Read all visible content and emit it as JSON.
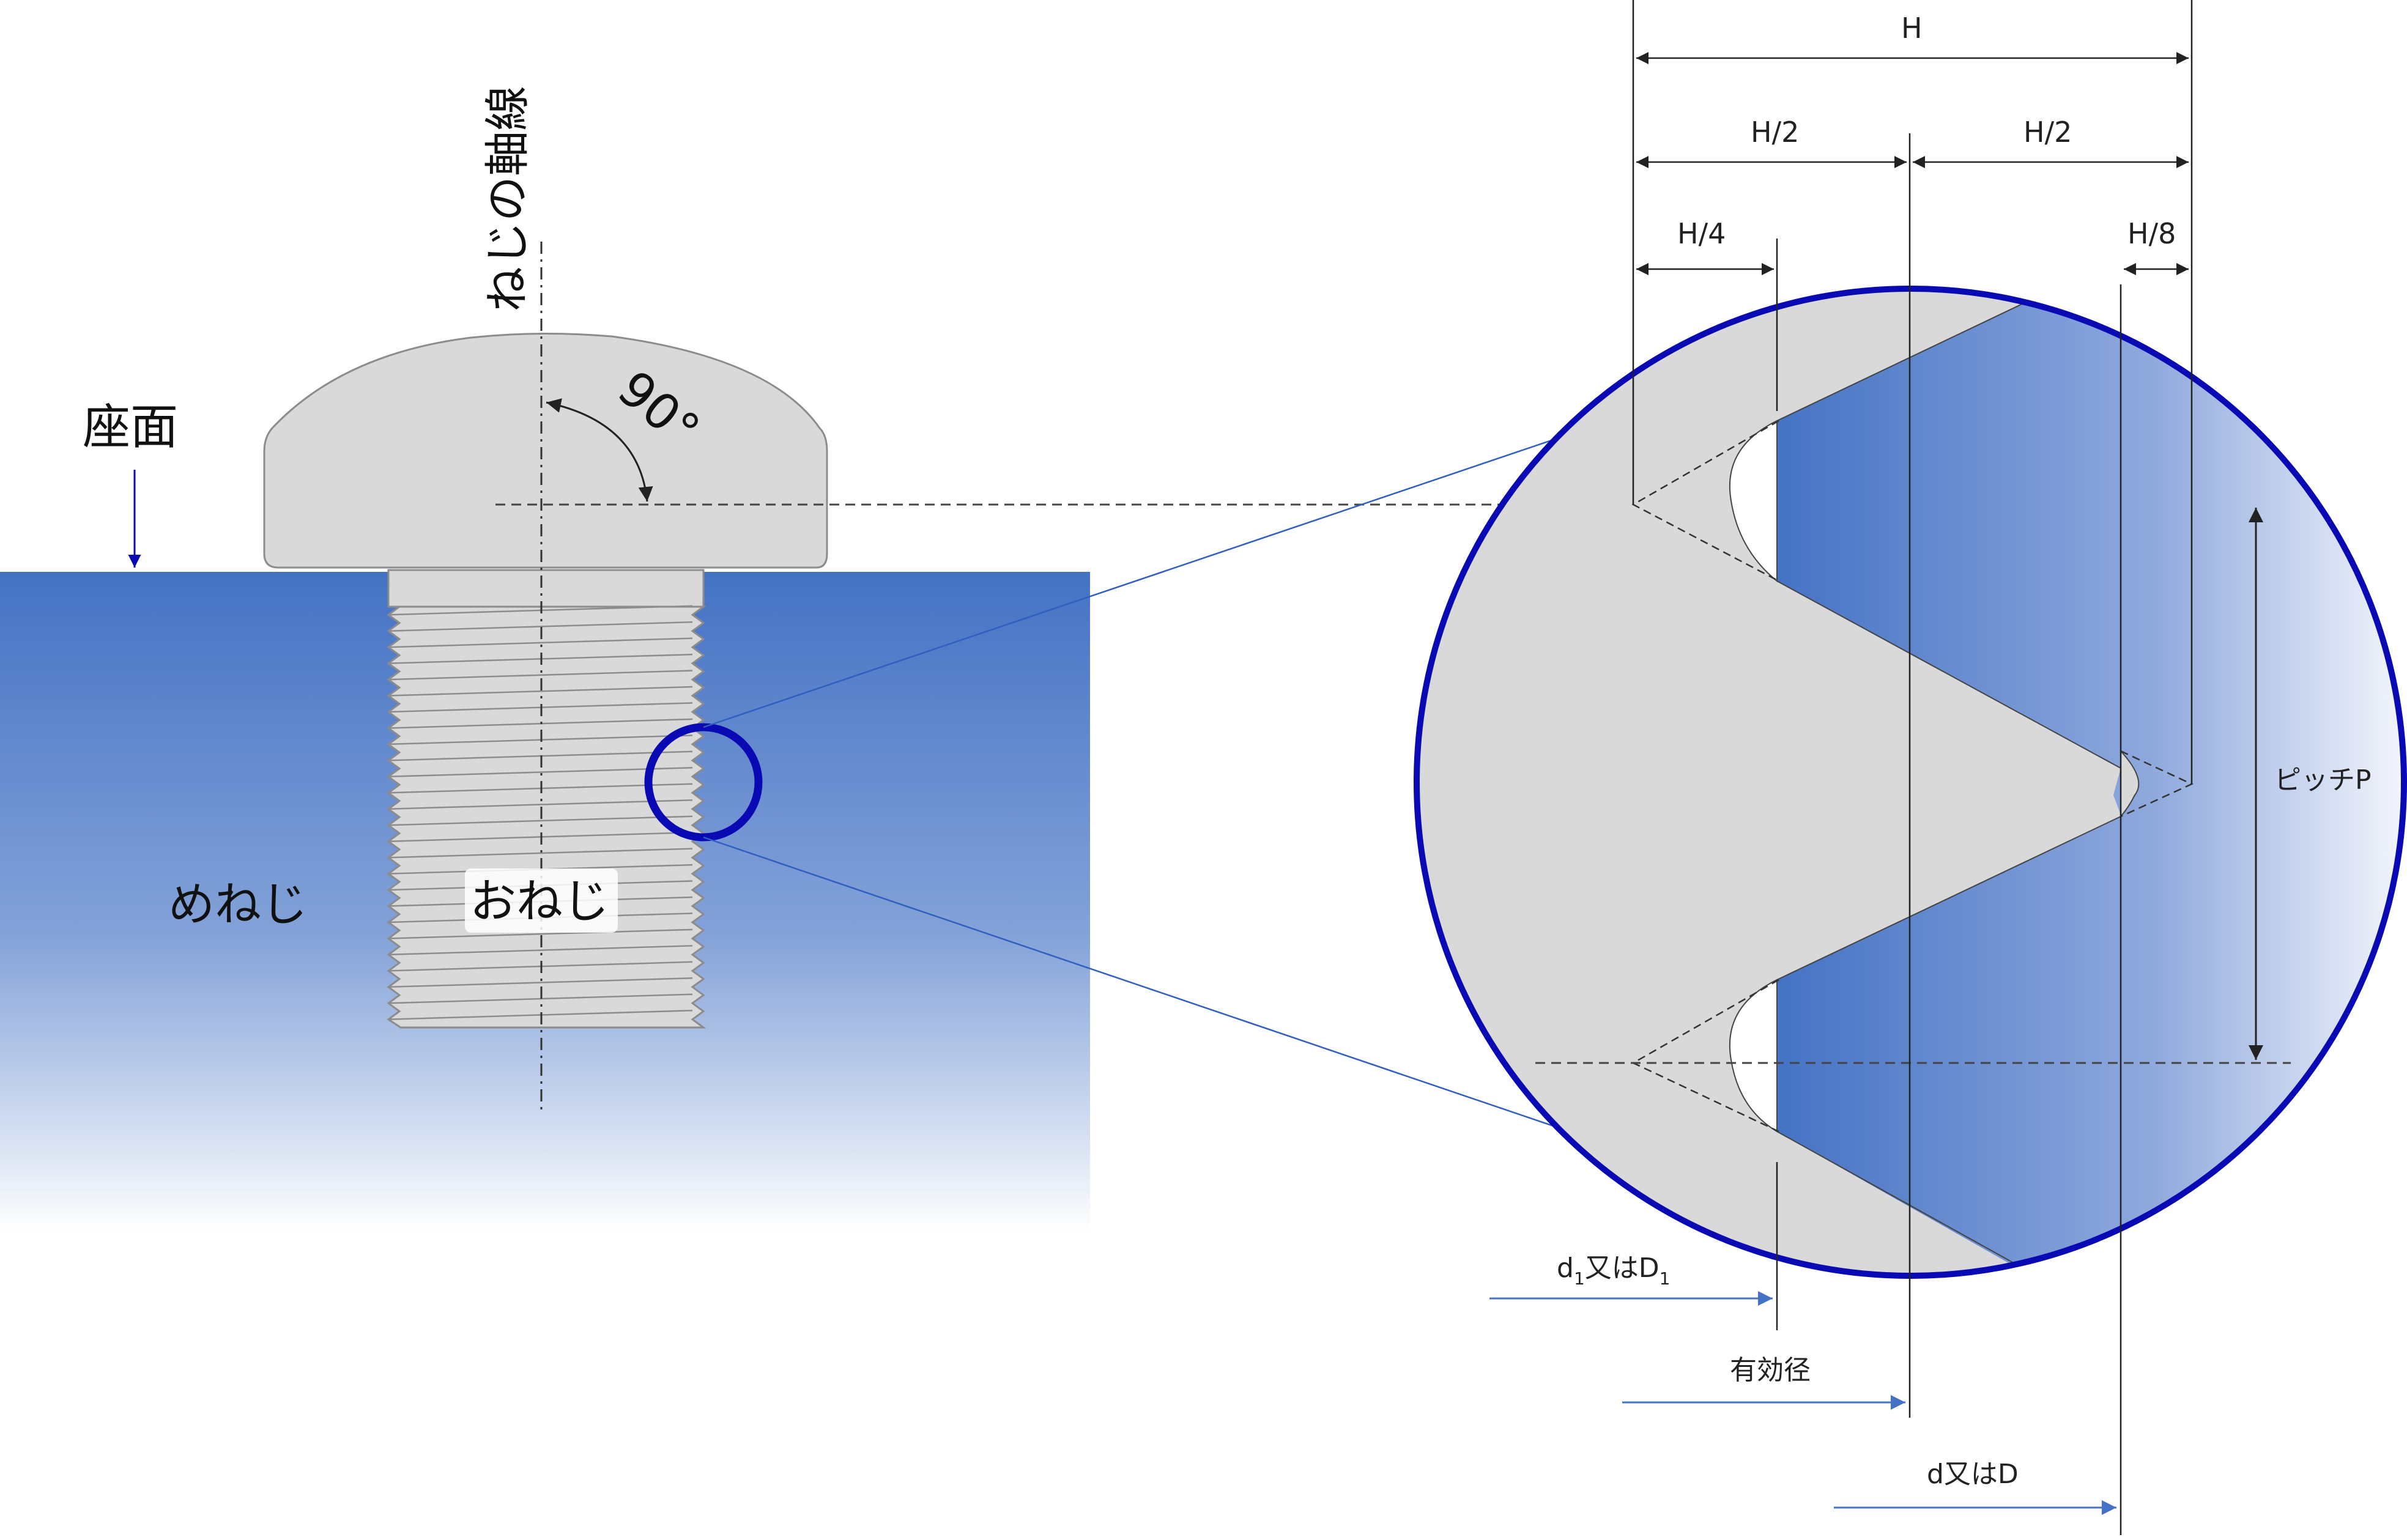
{
  "labels": {
    "axis": "ねじの軸線",
    "seat": "座面",
    "angle": "90°",
    "female": "めねじ",
    "male": "おねじ",
    "H": "H",
    "H2_left": "H/2",
    "H2_right": "H/2",
    "H4": "H/4",
    "H8": "H/8",
    "pitch": "ピッチP",
    "minor_d": "d",
    "minor_sub1": "1",
    "minor_mid": "又はD",
    "minor_sub2": "1",
    "effective": "有効径",
    "major": "d又はD"
  },
  "colors": {
    "blue_dark": "#4472c4",
    "circle_outline": "#0a0ab4",
    "thread_gray": "#d9d9d9",
    "outline_gray": "#8c8c8c",
    "line": "#222222",
    "leader_blue": "#2f5fc0",
    "arrow_blue": "#4472c4"
  }
}
